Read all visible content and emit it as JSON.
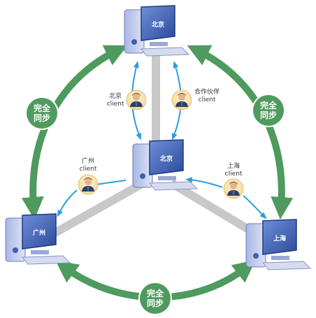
{
  "nodes": {
    "beijing_server": {
      "screen_label": "北京"
    },
    "center_server": {
      "screen_label": "北京"
    },
    "guangzhou_server": {
      "screen_label": "广州"
    },
    "shanghai_server": {
      "screen_label": "上海"
    }
  },
  "clients": {
    "beijing": {
      "name": "北京",
      "role": "client"
    },
    "partner": {
      "name": "合作伙伴",
      "role": "client"
    },
    "guangzhou": {
      "name": "广州",
      "role": "client"
    },
    "shanghai": {
      "name": "上海",
      "role": "client"
    }
  },
  "sync_labels": {
    "left": {
      "line1": "完全",
      "line2": "同步"
    },
    "right": {
      "line1": "完全",
      "line2": "同步"
    },
    "bottom": {
      "line1": "完全",
      "line2": "同步"
    }
  },
  "colors": {
    "sync_green": "#4f9a5e",
    "link_blue": "#2a9fd8",
    "connector_gray": "#c8c8c8",
    "computer_blue": "#3e5fb0"
  }
}
